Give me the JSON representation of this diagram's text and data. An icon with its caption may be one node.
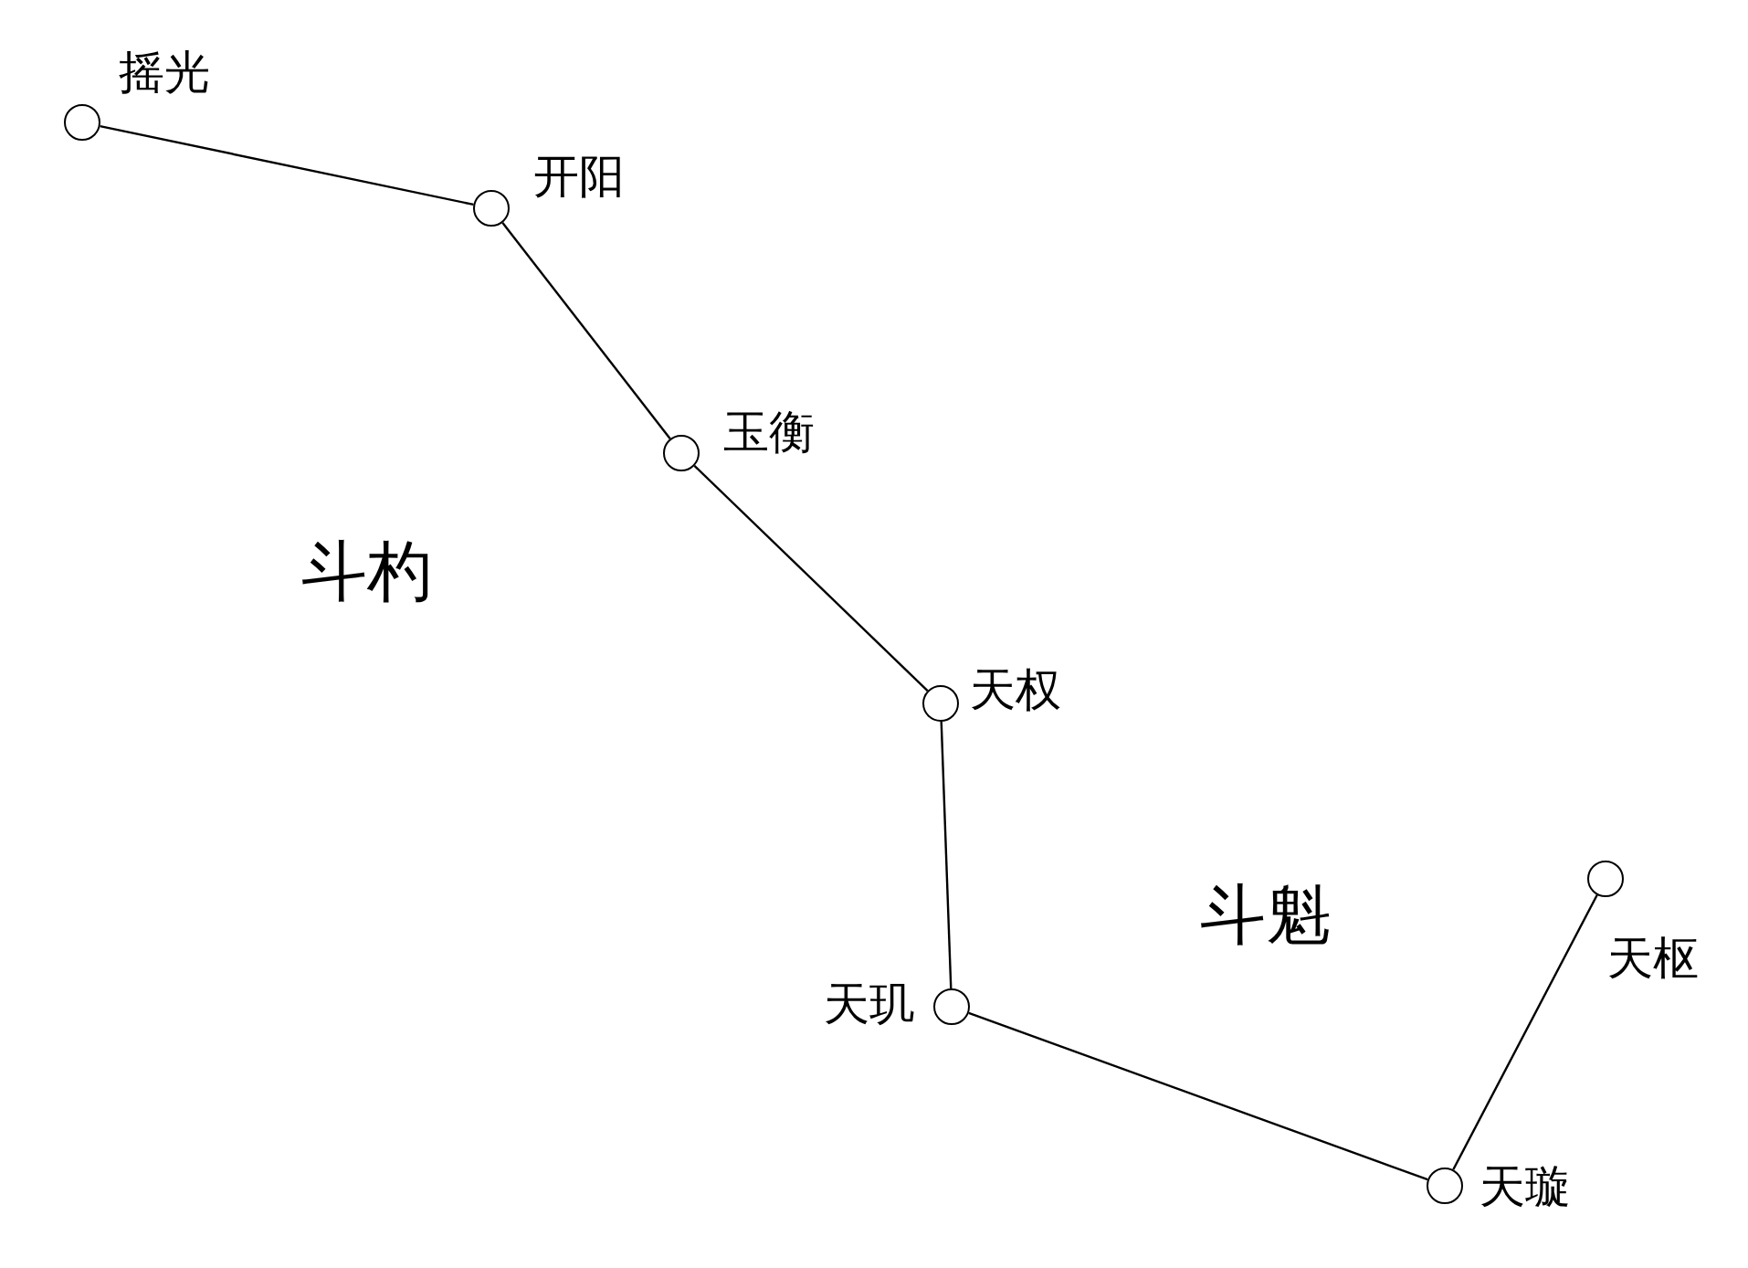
{
  "diagram": {
    "nodes": [
      {
        "text": [],
        "shape": "circle",
        "beside": [
          "摇光"
        ]
      },
      {
        "text": [],
        "shape": "circle",
        "beside": [
          "开阳"
        ]
      },
      {
        "text": [],
        "shape": "circle",
        "beside": [
          "玉衡"
        ]
      },
      {
        "text": [],
        "shape": "circle",
        "beside": [
          "天权"
        ]
      },
      {
        "text": [],
        "shape": "circle",
        "beside": [
          "天玑"
        ]
      },
      {
        "text": [],
        "shape": "circle",
        "beside": [
          "天璇"
        ]
      },
      {
        "text": [],
        "shape": "circle",
        "beside": [
          "天枢"
        ]
      }
    ],
    "edges": [
      {
        "from": 0,
        "to": 1,
        "arrow": "none"
      },
      {
        "from": 1,
        "to": 2,
        "arrow": "none"
      },
      {
        "from": 2,
        "to": 3,
        "arrow": "none"
      },
      {
        "from": 3,
        "to": 4,
        "arrow": "none"
      },
      {
        "from": 4,
        "to": 5,
        "arrow": "none"
      },
      {
        "from": 5,
        "to": 6,
        "arrow": "none"
      }
    ],
    "labels": [
      "斗杓",
      "斗魁"
    ]
  }
}
